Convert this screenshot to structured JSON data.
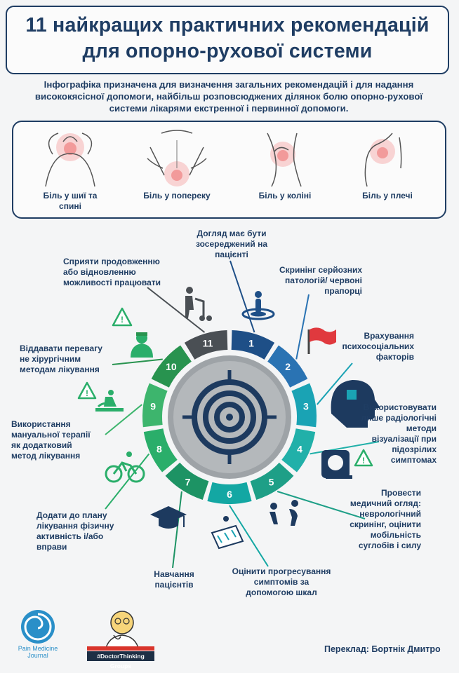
{
  "title": {
    "line1": "11 найкращих практичних рекомендацій",
    "line2": "для опорно-рухової системи"
  },
  "intro": {
    "line1": "Інфографіка призначена для визначення загальних рекомендацій і для надання",
    "line2": "висококясісної допомоги, найбільш розповсюджених ділянок болю опорно-рухової",
    "line3": "системи лікарями екстренної і первинної допомоги."
  },
  "pain_areas": [
    {
      "line1": "Біль у шиї та",
      "line2": "спині"
    },
    {
      "line1": "Біль у поперeку",
      "line2": ""
    },
    {
      "line1": "Біль у коліні",
      "line2": ""
    },
    {
      "line1": "Біль у плечі",
      "line2": ""
    }
  ],
  "segments": {
    "numbers": [
      "1",
      "2",
      "3",
      "4",
      "5",
      "6",
      "7",
      "8",
      "9",
      "10",
      "11"
    ],
    "colors": [
      "#1e4f87",
      "#2a73b3",
      "#1aa3b4",
      "#21b0a9",
      "#1e9f87",
      "#13a7a3",
      "#1d9364",
      "#2aae6a",
      "#3db56d",
      "#28934f",
      "#4a4f54"
    ]
  },
  "recommendations": {
    "r1": [
      "Догляд має бути",
      "зосереджений на",
      "пацієнті"
    ],
    "r2": [
      "Скринінг серйозних",
      "патологій/ червоні",
      "прапорці"
    ],
    "r3": [
      "Врахування",
      "психосоціальних",
      "факторів"
    ],
    "r4": [
      "Використовувати",
      "лише радіологічні",
      "методи",
      "візуалізації при",
      "підозрілих",
      "симптомах"
    ],
    "r5": [
      "Провести",
      "медичний огляд:",
      "неврологічний",
      "скринінг, оцінити",
      "мобільність",
      "суглобів і силу"
    ],
    "r6": [
      "Оцінити прогресування",
      "симптомів за",
      "допомогою шкал"
    ],
    "r7": [
      "Навчання",
      "пацієнтів"
    ],
    "r8": [
      "Додати до плану",
      "лікування фізичну",
      "активність і/або",
      "вправи"
    ],
    "r9": [
      "Використання",
      "мануальної терапії",
      "як додатковий",
      "метод лікування"
    ],
    "r10": [
      "Віддавати перевагу",
      "не хірургічним",
      "методам лікування"
    ],
    "r11": [
      "Сприяти продовженню",
      "або відновленню",
      "можливості працювати"
    ]
  },
  "footer": {
    "journal_line1": "Pain Medicine",
    "journal_line2": "Journal",
    "group": "#DoctorThinking Groups",
    "translation": "Переклад: Бортнік Дмитро"
  },
  "icons": [
    "person-target-icon",
    "red-flag-icon",
    "head-puzzle-icon",
    "mri-scanner-icon",
    "warning-icon",
    "examination-icon",
    "scale-chart-icon",
    "graduation-cap-icon",
    "cyclist-icon",
    "massage-icon",
    "doctor-icon",
    "worker-cart-icon",
    "target-icon"
  ]
}
